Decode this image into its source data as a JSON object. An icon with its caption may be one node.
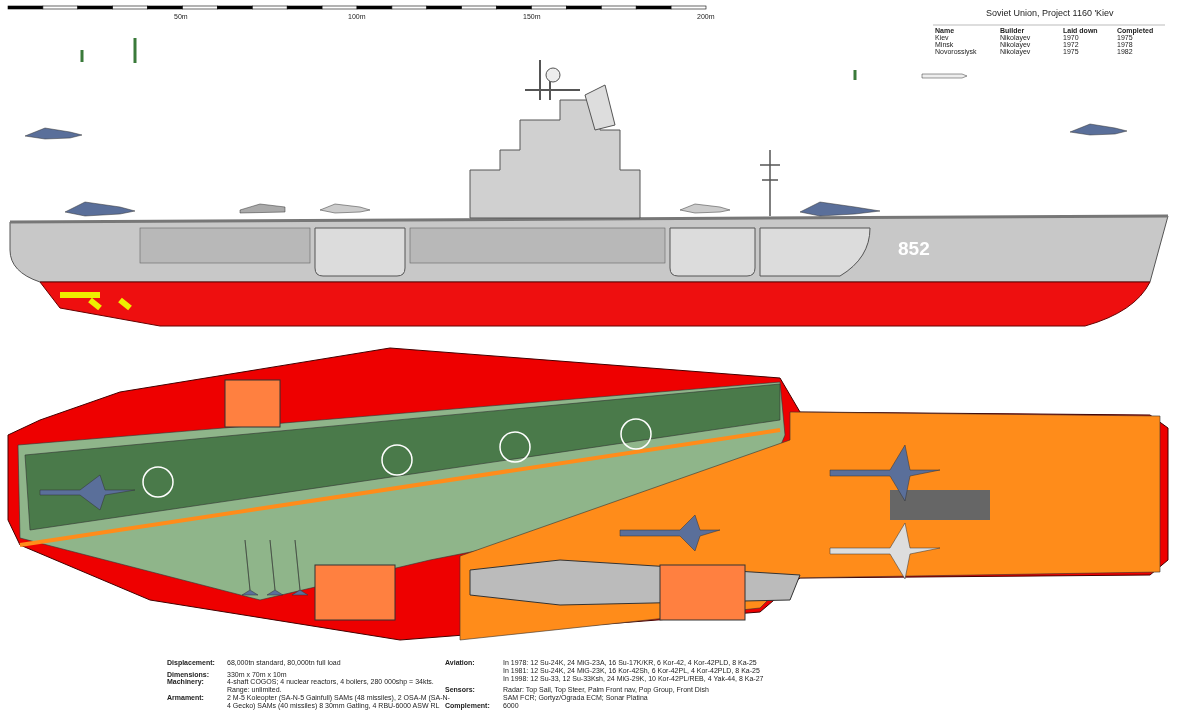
{
  "diagram": {
    "title": "Soviet Union, Project 1160 'Kiev",
    "labels": [
      "50m",
      "100m",
      "150m",
      "200m",
      "Name",
      "Builder",
      "Laid down",
      "Completed",
      "Kiev",
      "Nikolayev",
      "1970",
      "1975",
      "Minsk",
      "Nikolayev",
      "1972",
      "1978",
      "Novorossiysk",
      "Nikolayev",
      "1975",
      "1982",
      "852",
      "Displacement:",
      "68,000tn standard, 80,000tn full load",
      "Dimensions:",
      "330m x 70m x 10m",
      "Machinery:",
      "4-shaft COGOS; 4 nuclear reactors, 4 boilers, 280 000shp = 34kts. Range: unlimited.",
      "Armament:",
      "2 M-5 Koleopter (SA-N-5 Gainfull) SAMs (48 missiles), 2 OSA-M (SA-N-4 Gecko) SAMs (40 missiles) 8 30mm Gatling, 4 RBU-6000 ASW RL",
      "Aviation:",
      "In 1978: 12 Su-24K, 24 MiG-23A, 16 Su-17K/KR, 6 Kor-42, 4 Kor-42PLD, 8 Ka-25",
      "In 1981: 12 Su-24K, 24 MiG-23K, 16 Kor-42Sh, 6 Kor-42PL, 4 Kor-42PLD, 8 Ka-25",
      "In 1998: 12 Su-33, 12 Su-33Ksh, 24 MiG-29K, 10 Kor-42PL/REB, 4 Yak-44, 8 Ka-27",
      "Sensors:",
      "Radar: Top Sail, Top Steer, Palm Front nav, Pop Group, Front Dish SAM FCR; Gortyz/Ograda ECM; Sonar Platina",
      "Complement:",
      "6000"
    ]
  }
}
